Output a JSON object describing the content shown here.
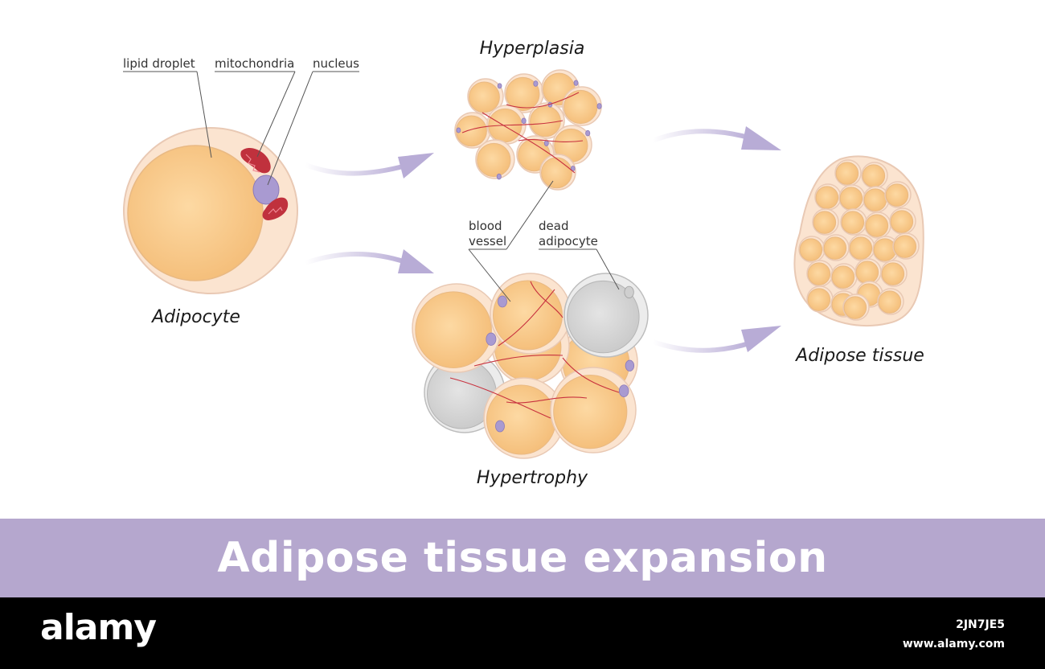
{
  "diagram": {
    "labels": {
      "lipid_droplet": "lipid droplet",
      "mitochondria": "mitochondria",
      "nucleus": "nucleus",
      "blood_vessel_line1": "blood",
      "blood_vessel_line2": "vessel",
      "dead_adipocyte_line1": "dead",
      "dead_adipocyte_line2": "adipocyte"
    },
    "stages": {
      "adipocyte": "Adipocyte",
      "hyperplasia": "Hyperplasia",
      "hypertrophy": "Hypertrophy",
      "adipose_tissue": "Adipose tissue"
    },
    "colors": {
      "fat": "#f9c98a",
      "membrane": "#fbe4d0",
      "nucleus": "#a99ad1",
      "mitochondria": "#c0313d",
      "dead": "#d8d8d8",
      "arrow": "#b8acd6"
    }
  },
  "title": "Adipose tissue expansion",
  "footer": {
    "brand": "alamy",
    "image_id": "2JN7JE5",
    "website": "www.alamy.com"
  }
}
